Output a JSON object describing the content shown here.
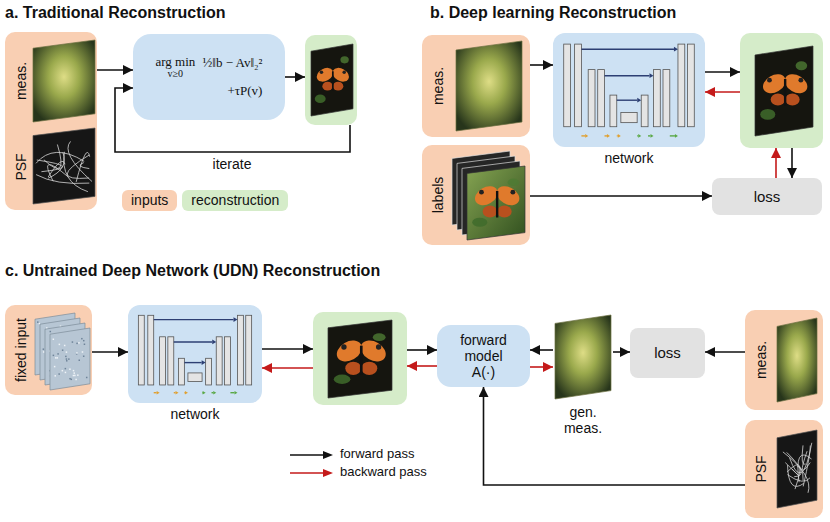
{
  "diagram": {
    "nodes": [
      {
        "text": [
          "meas.",
          "PSF"
        ]
      },
      {
        "text": [
          "arg min",
          "v≥0",
          "½‖b − Av‖₂²",
          "+τP(v)"
        ]
      },
      {
        "text": [
          "meas."
        ]
      },
      {
        "text": [
          "network"
        ]
      },
      {
        "text": [
          "labels"
        ]
      },
      {
        "text": [
          "loss"
        ]
      },
      {
        "text": [
          "fixed input"
        ]
      },
      {
        "text": [
          "network"
        ]
      },
      {
        "text": [
          "forward model",
          "A(·)"
        ]
      },
      {
        "text": [
          "gen. meas."
        ]
      },
      {
        "text": [
          "loss"
        ]
      },
      {
        "text": [
          "meas."
        ]
      },
      {
        "text": [
          "PSF"
        ]
      }
    ],
    "edges": [
      {
        "from": 0,
        "to": 1,
        "arrow": "to"
      },
      {
        "from": 2,
        "to": 3,
        "arrow": "to"
      },
      {
        "from": 4,
        "to": 5,
        "arrow": "to"
      },
      {
        "from": 6,
        "to": 7,
        "arrow": "to"
      },
      {
        "from": 9,
        "to": 8,
        "arrow": "to"
      },
      {
        "from": 8,
        "to": 9,
        "arrow": "to"
      },
      {
        "from": 9,
        "to": 10,
        "arrow": "to"
      },
      {
        "from": 11,
        "to": 10,
        "arrow": "to"
      },
      {
        "from": 12,
        "to": 8,
        "arrow": "to"
      }
    ],
    "labels": [
      "a. Traditional Reconstruction",
      "iterate",
      "b. Deep learning Reconstruction",
      "c. Untrained Deep Network (UDN) Reconstruction"
    ],
    "legend": [
      {
        "text": "inputs",
        "color": "#f9cfb3"
      },
      {
        "text": "reconstruction",
        "color": "#d5ecc9"
      },
      {
        "text": "forward pass"
      },
      {
        "text": "backward pass"
      }
    ]
  }
}
